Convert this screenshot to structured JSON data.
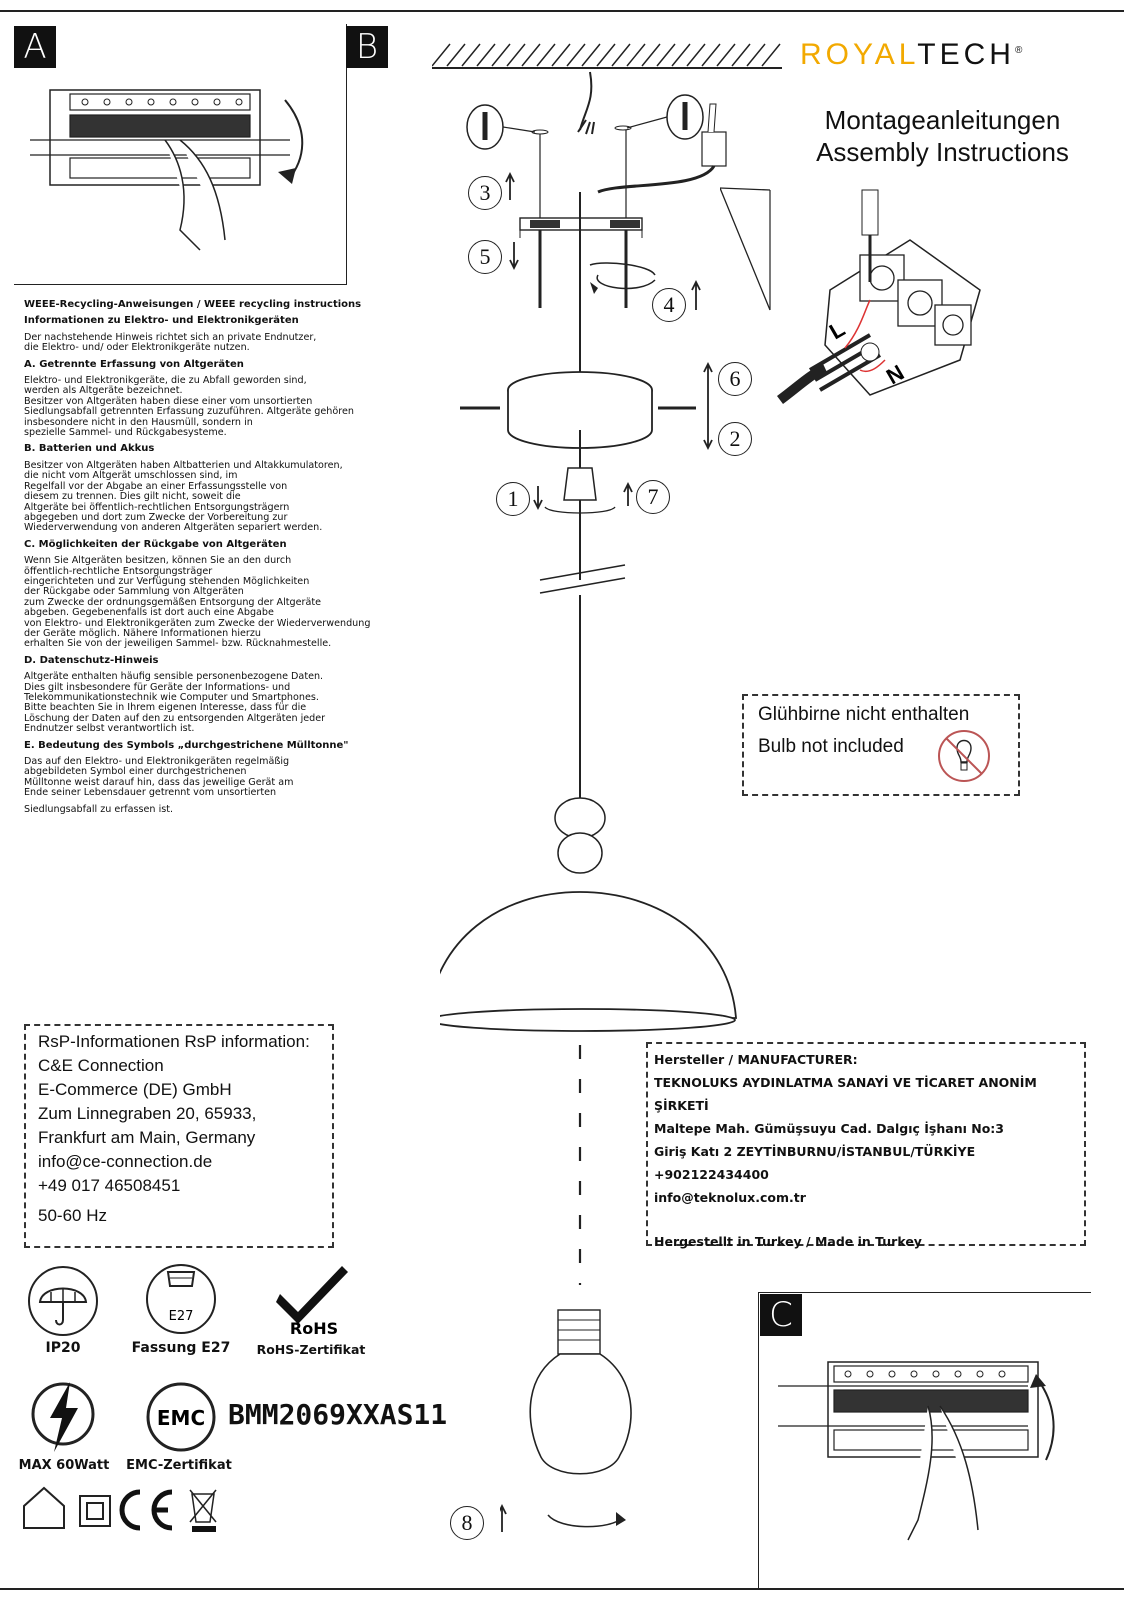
{
  "panel_letters": [
    "A",
    "B",
    "C"
  ],
  "brand": {
    "part1": "ROYAL",
    "part2": "TECH",
    "mark": "®",
    "color_royal": "#f2a900"
  },
  "title": {
    "de": "Montageanleitungen",
    "en": "Assembly Instructions"
  },
  "steps": [
    "3",
    "5",
    "4",
    "6",
    "2",
    "1",
    "7",
    "8"
  ],
  "wiring_labels": {
    "live": "L",
    "neutral": "N"
  },
  "weee": {
    "heading": "WEEE-Recycling-Anweisungen / WEEE recycling instructions",
    "subheading": "Informationen zu Elektro- und Elektronikgeräten",
    "intro": "Der nachstehende Hinweis richtet sich an private Endnutzer,\n die Elektro- und/ oder Elektronikgeräte nutzen.",
    "sections": [
      {
        "title": "A. Getrennte Erfassung von Altgeräten",
        "text": "Elektro- und Elektronikgeräte, die zu Abfall geworden sind,\n werden als Altgeräte bezeichnet.\nBesitzer von Altgeräten haben diese einer vom unsortierten\nSiedlungsabfall getrennten Erfassung zuzuführen. Altgeräte gehören\ninsbesondere nicht in den Hausmüll, sondern in\nspezielle Sammel- und Rückgabesysteme."
      },
      {
        "title": "B. Batterien und Akkus",
        "text": "Besitzer von Altgeräten haben Altbatterien und Altakkumulatoren,\n die nicht vom Altgerät umschlossen sind, im\nRegelfall vor der Abgabe an einer Erfassungsstelle von\ndiesem zu trennen. Dies gilt nicht, soweit die\nAltgeräte bei öffentlich-rechtlichen Entsorgungsträgern\nabgegeben und dort zum Zwecke der Vorbereitung zur\nWiederverwendung von anderen Altgeräten separiert werden."
      },
      {
        "title": "C. Möglichkeiten der Rückgabe von Altgeräten",
        "text": "Wenn Sie Altgeräten besitzen, können Sie an den durch\nöffentlich-rechtliche Entsorgungsträger\neingerichteten und zur Verfügung stehenden Möglichkeiten\nder Rückgabe oder Sammlung von Altgeräten\n zum Zwecke der ordnungsgemäßen Entsorgung der Altgeräte\nabgeben. Gegebenenfalls ist dort auch eine Abgabe\n von Elektro- und Elektronikgeräten zum Zwecke der Wiederverwendung\nder Geräte möglich. Nähere Informationen hierzu\nerhalten Sie von der jeweiligen Sammel- bzw. Rücknahmestelle."
      },
      {
        "title": "D. Datenschutz-Hinweis",
        "text": "Altgeräte enthalten häufig sensible personenbezogene Daten.\nDies gilt insbesondere für Geräte der Informations- und\nTelekommunikationstechnik wie Computer und Smartphones.\n Bitte beachten Sie in Ihrem eigenen Interesse, dass für die\nLöschung der Daten auf den zu entsorgenden Altgeräten jeder\nEndnutzer selbst verantwortlich ist."
      },
      {
        "title": "E. Bedeutung des Symbols „durchgestrichene Mülltonne\"",
        "text": "Das auf den Elektro- und Elektronikgeräten regelmäßig\n abgebildeten Symbol einer durchgestrichenen\nMülltonne weist darauf hin, dass das jeweilige Gerät am\nEnde seiner Lebensdauer getrennt vom unsortierten"
      }
    ],
    "footer": "Siedlungsabfall zu erfassen ist."
  },
  "bulb_note": {
    "de": "Glühbirne nicht enthalten",
    "en": "Bulb not included"
  },
  "rsp": {
    "lines": [
      "RsP-Informationen RsP information:",
      "C&E Connection",
      "E-Commerce (DE) GmbH",
      "Zum Linnegraben 20, 65933,",
      "Frankfurt am Main, Germany",
      "info@ce-connection.de",
      "+49 017 46508451",
      "50-60 Hz"
    ]
  },
  "manufacturer": {
    "lines": [
      "Hersteller / MANUFACTURER:",
      "TEKNOLUKS AYDINLATMA SANAYİ VE TİCARET ANONİM ŞİRKETİ",
      "Maltepe Mah. Gümüşsuyu Cad. Dalgıç İşhanı No:3",
      "Giriş Katı 2 ZEYTİNBURNU/İSTANBUL/TÜRKİYE",
      "+902122434400",
      "info@teknolux.com.tr"
    ],
    "made_in": "Hergestellt in Turkey / Made in Turkey"
  },
  "symbols": {
    "ip": "IP20",
    "socket_label": "E27",
    "socket": "Fassung E27",
    "rohs_mark": "RoHS",
    "rohs": "RoHS-Zertifikat",
    "power": "MAX 60Watt",
    "emc_mark": "EMC",
    "emc": "EMC-Zertifikat",
    "model": "BMM2069XXAS11"
  }
}
